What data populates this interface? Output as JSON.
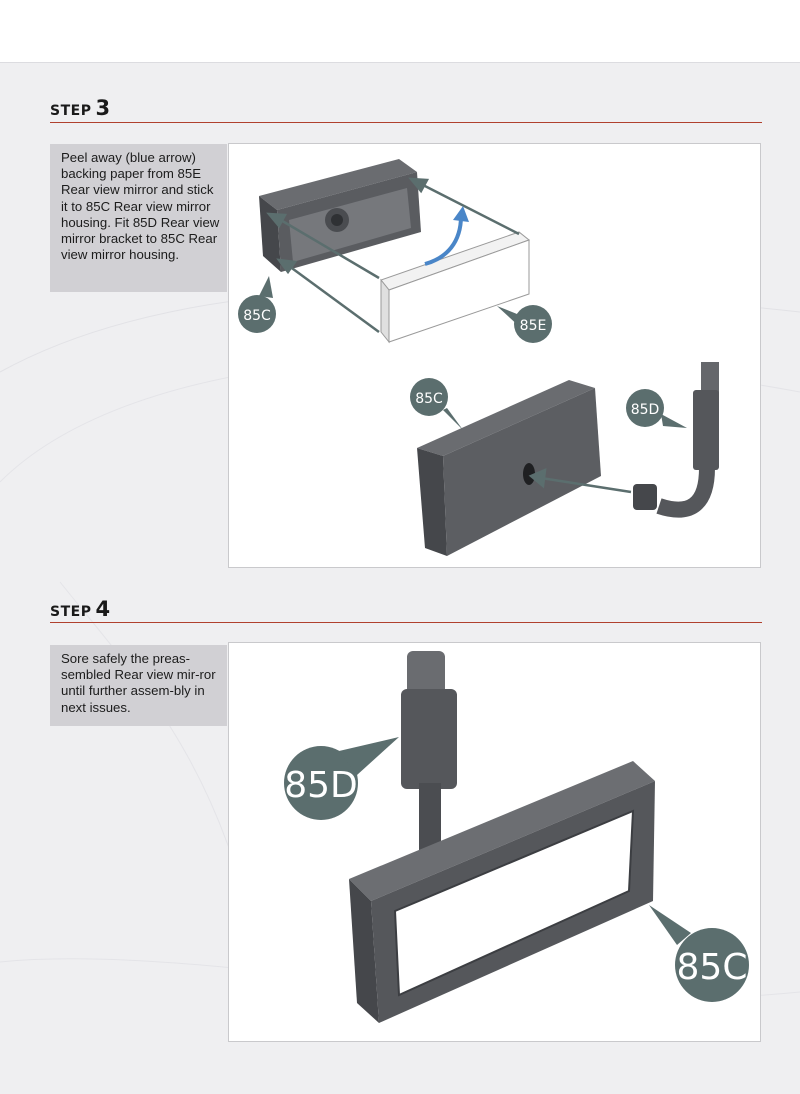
{
  "steps": [
    {
      "word": "STEP",
      "number": "3",
      "text": "Peel away (blue arrow) backing paper from 85E Rear view mirror and stick it to 85C Rear view mirror housing. Fit 85D Rear view mirror bracket to 85C Rear view mirror housing.",
      "callouts": [
        "85C",
        "85E",
        "85C",
        "85D"
      ]
    },
    {
      "word": "STEP",
      "number": "4",
      "text": "Sore safely the preas-sembled Rear view mir-ror until further assem-bly in next issues.",
      "callouts": [
        "85D",
        "85C"
      ]
    }
  ],
  "colors": {
    "rule": "#b0402e",
    "note_bg": "#d1d0d4",
    "callout": "#5b6e6e",
    "part": "#55575b",
    "peel_arrow": "#4a86c8"
  }
}
